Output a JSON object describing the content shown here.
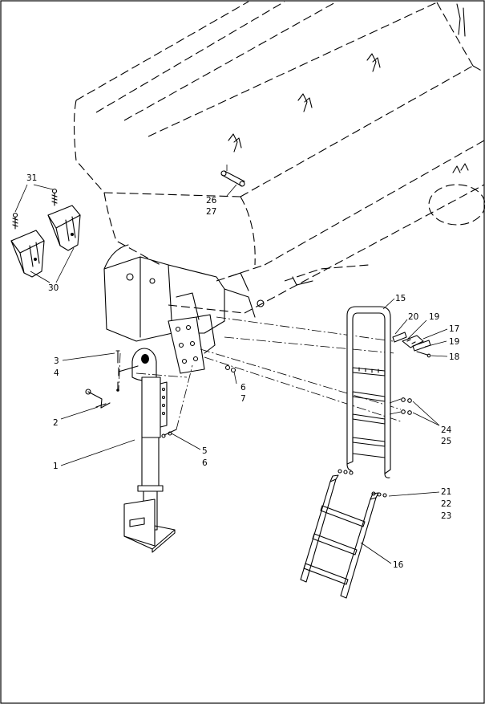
{
  "callouts": [
    {
      "id": "c31",
      "text": "31"
    },
    {
      "id": "c30",
      "text": "30"
    },
    {
      "id": "c26",
      "text": "26"
    },
    {
      "id": "c27",
      "text": "27"
    },
    {
      "id": "c15",
      "text": "15"
    },
    {
      "id": "c20",
      "text": "20"
    },
    {
      "id": "c19a",
      "text": "19"
    },
    {
      "id": "c17",
      "text": "17"
    },
    {
      "id": "c19b",
      "text": "19"
    },
    {
      "id": "c18",
      "text": "18"
    },
    {
      "id": "c3",
      "text": "3"
    },
    {
      "id": "c4",
      "text": "4"
    },
    {
      "id": "c6a",
      "text": "6"
    },
    {
      "id": "c7",
      "text": "7"
    },
    {
      "id": "c2",
      "text": "2"
    },
    {
      "id": "c24",
      "text": "24"
    },
    {
      "id": "c25",
      "text": "25"
    },
    {
      "id": "c5",
      "text": "5"
    },
    {
      "id": "c6b",
      "text": "6"
    },
    {
      "id": "c1",
      "text": "1"
    },
    {
      "id": "c21",
      "text": "21"
    },
    {
      "id": "c22",
      "text": "22"
    },
    {
      "id": "c23",
      "text": "23"
    },
    {
      "id": "c16",
      "text": "16"
    }
  ]
}
